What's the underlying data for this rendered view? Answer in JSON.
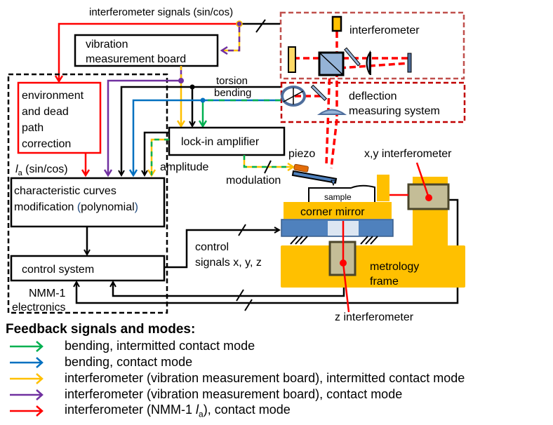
{
  "colors": {
    "green": "#00b050",
    "blue": "#0070c0",
    "yellow": "#ffc000",
    "purple": "#7030a0",
    "red": "#ff0000",
    "frame": "#ffc000",
    "stage": "#4f81bd",
    "interferometer_box": "#c4bd97",
    "optics": "#95b3d7"
  },
  "labels": {
    "interferometer_signals": "interferometer signals (sin/cos)",
    "vibration_board_line1": "vibration",
    "vibration_board_line2": "measurement board",
    "torsion": "torsion",
    "bending": "bending",
    "interferometer": "interferometer",
    "deflection_line1": "deflection",
    "deflection_line2": "measuring system",
    "env_line1": "environment",
    "env_line2": "and dead",
    "env_line3": "path",
    "env_line4": "correction",
    "la_symbol": "l",
    "la_sub": "a",
    "la_suffix": " (sin/cos)",
    "lockin": "lock-in amplifier",
    "amplitude": "amplitude",
    "piezo": "piezo",
    "modulation": "modulation",
    "char_line1": "characteristic curves",
    "char_line2a": "modification ",
    "char_line2b": "(",
    "char_line2c": "polynomial",
    "char_line2d": ")",
    "control_system": "control system",
    "nmm_line1": "NMM-1",
    "nmm_line2": "electronics",
    "control_signals_line1": "control",
    "control_signals_line2": "signals x, y, z",
    "sample": "sample",
    "corner_mirror": "corner mirror",
    "xy_interferometer": "x,y interferometer",
    "metrology_line1": "metrology",
    "metrology_line2": "frame",
    "z_interferometer": "z interferometer"
  },
  "legend": {
    "title": "Feedback signals and modes:",
    "items": [
      {
        "color": "#00b050",
        "label": "bending, intermitted contact mode"
      },
      {
        "color": "#0070c0",
        "label": "bending, contact mode"
      },
      {
        "color": "#ffc000",
        "label": "interferometer (vibration measurement board), intermitted contact mode"
      },
      {
        "color": "#7030a0",
        "label": "interferometer (vibration measurement board), contact mode"
      },
      {
        "color": "#ff0000",
        "label_pre": "interferometer (NMM-1 ",
        "label_sym": "l",
        "label_sub": "a",
        "label_post": "), contact mode"
      }
    ]
  }
}
